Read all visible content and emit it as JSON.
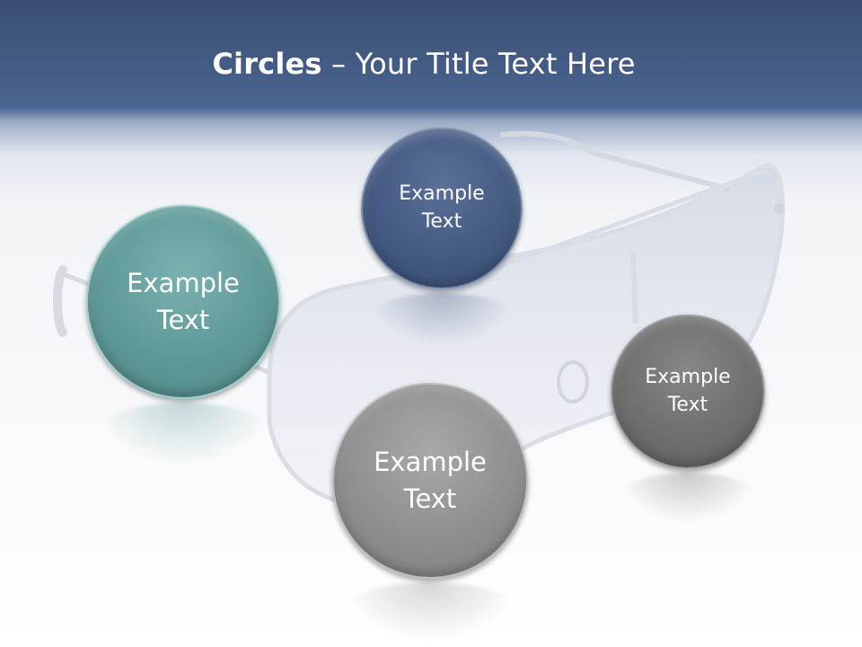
{
  "title": {
    "bold": "Circles",
    "rest": " – Your Title Text Here"
  },
  "circles": [
    {
      "label": "Example\nText",
      "color": "#5f9997"
    },
    {
      "label": "Example\nText",
      "color": "#445a82"
    },
    {
      "label": "Example\nText",
      "color": "#8f8f8f"
    },
    {
      "label": "Example\nText",
      "color": "#6f6f6f"
    }
  ],
  "colors": {
    "title_bar": "#4a6590",
    "background": "#f1f3f7"
  },
  "background_image": "sunglasses"
}
